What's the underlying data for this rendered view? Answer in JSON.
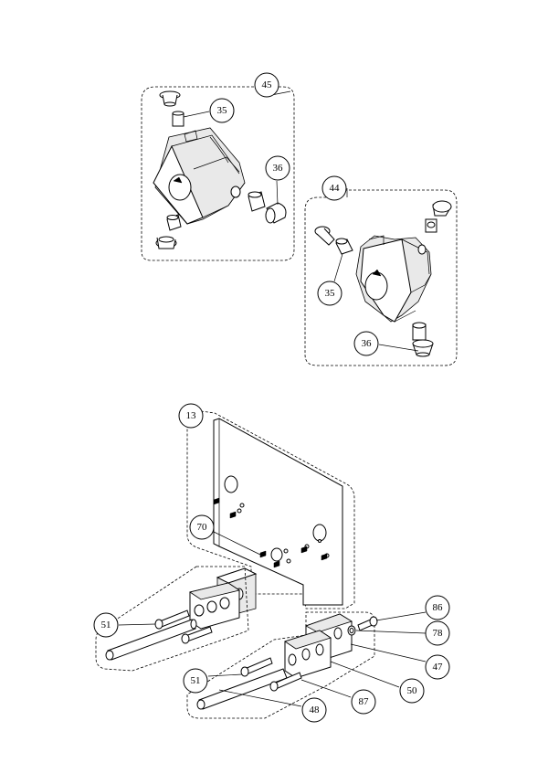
{
  "callouts": {
    "c45": "45",
    "c35a": "35",
    "c36a": "36",
    "c44": "44",
    "c35b": "35",
    "c36b": "36",
    "c13": "13",
    "c70": "70",
    "c51a": "51",
    "c86": "86",
    "c78": "78",
    "c47": "47",
    "c51b": "51",
    "c50": "50",
    "c87": "87",
    "c48": "48"
  }
}
